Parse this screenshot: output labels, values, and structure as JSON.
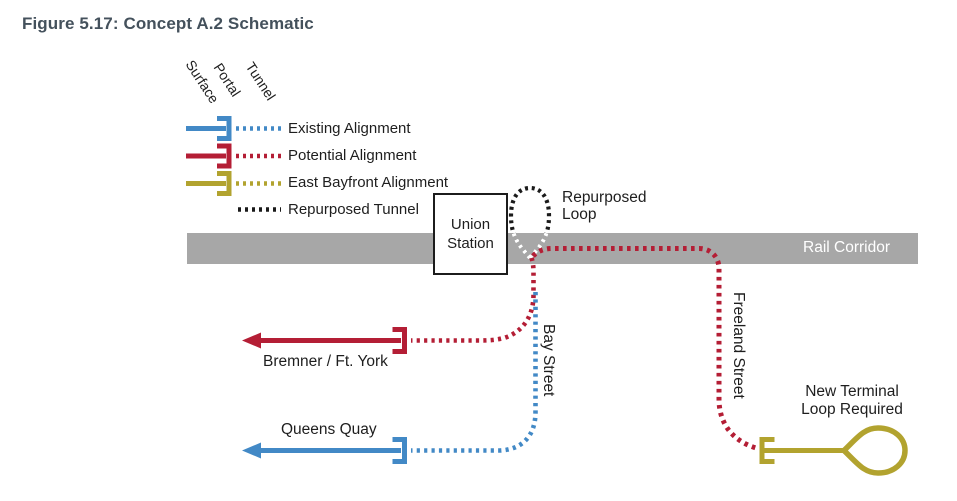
{
  "title": "Figure 5.17: Concept A.2 Schematic",
  "colors": {
    "existing": "#4289C6",
    "potential": "#B41E35",
    "east_bayfront": "#B2A32F",
    "repurposed_tunnel": "#1A1A1A",
    "rail_corridor_band": "#A7A7A7",
    "corridor_label_text": "#FFFFFF",
    "title_text": "#44515C",
    "body_text": "#1E1E1E"
  },
  "legend": {
    "column_headers": [
      "Surface",
      "Portal",
      "Tunnel"
    ],
    "items": [
      {
        "label": "Existing Alignment",
        "color": "#4289C6",
        "style": "solid-portal-dotted"
      },
      {
        "label": "Potential Alignment",
        "color": "#B41E35",
        "style": "solid-portal-dotted"
      },
      {
        "label": "East Bayfront Alignment",
        "color": "#B2A32F",
        "style": "solid-portal-dotted"
      },
      {
        "label": "Repurposed Tunnel",
        "color": "#1A1A1A",
        "style": "dotted"
      }
    ]
  },
  "diagram": {
    "union_station": [
      "Union",
      "Station"
    ],
    "repurposed_loop": [
      "Repurposed",
      "Loop"
    ],
    "rail_corridor": "Rail Corridor",
    "bay_street": "Bay Street",
    "freeland_street": "Freeland Street",
    "bremner": "Bremner / Ft. York",
    "queens_quay": "Queens Quay",
    "new_terminal": [
      "New Terminal",
      "Loop Required"
    ]
  }
}
